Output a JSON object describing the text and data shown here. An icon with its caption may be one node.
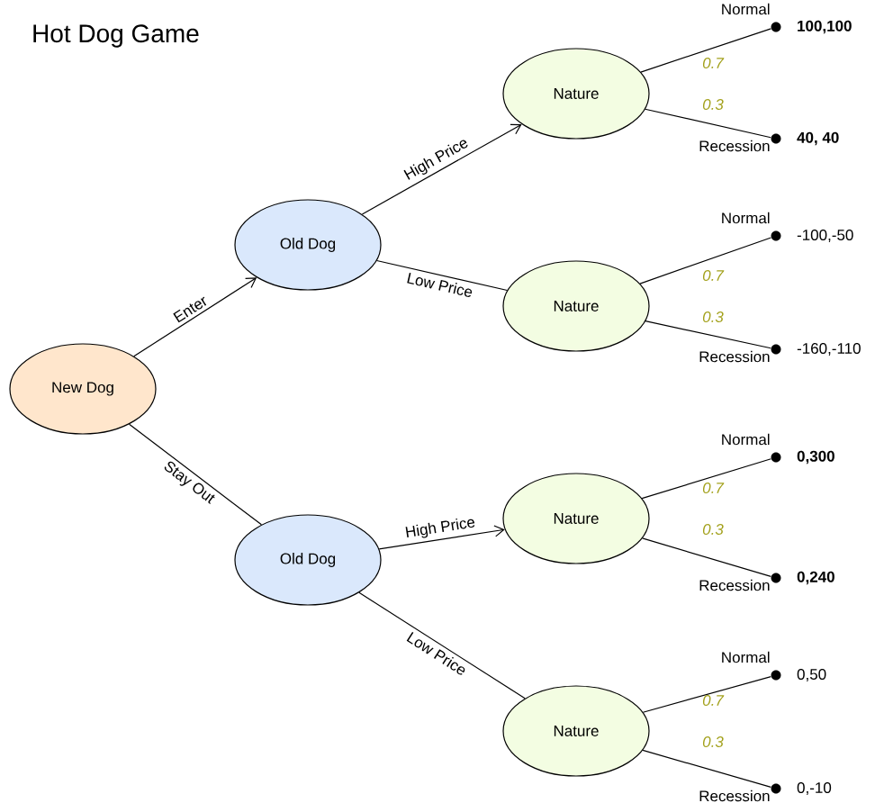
{
  "diagram": {
    "title": "Hot Dog Game",
    "nodes": [
      {
        "text": [
          "New Dog"
        ]
      },
      {
        "text": [
          "Old Dog"
        ]
      },
      {
        "text": [
          "Old Dog"
        ]
      },
      {
        "text": [
          "Nature"
        ]
      },
      {
        "text": [
          "Nature"
        ]
      },
      {
        "text": [
          "Nature"
        ]
      },
      {
        "text": [
          "Nature"
        ]
      },
      {
        "text": [],
        "shape": "circle",
        "beside": [
          "**100,100**"
        ]
      },
      {
        "text": [],
        "shape": "circle",
        "beside": [
          "**40, 40**"
        ]
      },
      {
        "text": [],
        "shape": "circle",
        "beside": [
          "-100,-50"
        ]
      },
      {
        "text": [],
        "shape": "circle",
        "beside": [
          "-160,-110"
        ]
      },
      {
        "text": [],
        "shape": "circle",
        "beside": [
          "**0,300**"
        ]
      },
      {
        "text": [],
        "shape": "circle",
        "beside": [
          "**0,240**"
        ]
      },
      {
        "text": [],
        "shape": "circle",
        "beside": [
          "0,50"
        ]
      },
      {
        "text": [],
        "shape": "circle",
        "beside": [
          "0,-10"
        ]
      }
    ],
    "edges": [
      {
        "from": 0,
        "to": 1,
        "arrow": "to",
        "label": "Enter"
      },
      {
        "from": 0,
        "to": 2,
        "arrow": "none",
        "label": "Stay Out"
      },
      {
        "from": 1,
        "to": 3,
        "arrow": "to",
        "label": "High Price"
      },
      {
        "from": 1,
        "to": 4,
        "arrow": "none",
        "label": "Low Price"
      },
      {
        "from": 2,
        "to": 5,
        "arrow": "to",
        "label": "High Price"
      },
      {
        "from": 2,
        "to": 6,
        "arrow": "none",
        "label": "Low Price"
      },
      {
        "from": 3,
        "to": 7,
        "arrow": "none",
        "label": "Normal"
      },
      {
        "from": 3,
        "to": 8,
        "arrow": "none",
        "label": "Recession"
      },
      {
        "from": 4,
        "to": 9,
        "arrow": "none",
        "label": "Normal"
      },
      {
        "from": 4,
        "to": 10,
        "arrow": "none",
        "label": "Recession"
      },
      {
        "from": 5,
        "to": 11,
        "arrow": "none",
        "label": "Normal"
      },
      {
        "from": 5,
        "to": 12,
        "arrow": "none",
        "label": "Recession"
      },
      {
        "from": 6,
        "to": 13,
        "arrow": "none",
        "label": "Normal"
      },
      {
        "from": 6,
        "to": 14,
        "arrow": "none",
        "label": "Recession"
      }
    ],
    "labels": [
      "0.7",
      "0.3",
      "0.7",
      "0.3",
      "0.7",
      "0.3",
      "0.7",
      "0.3"
    ]
  }
}
